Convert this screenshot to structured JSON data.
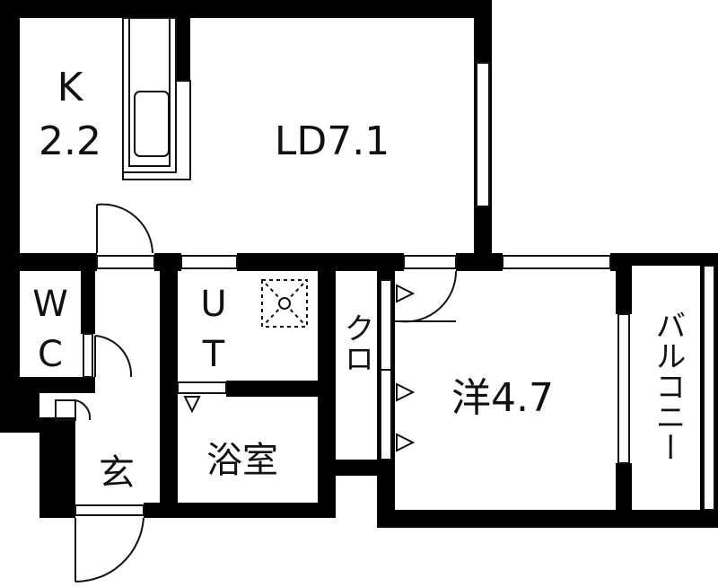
{
  "floor_plan": {
    "rooms": {
      "kitchen": {
        "name": "K",
        "size": "2.2"
      },
      "living_dining": {
        "label": "LD7.1"
      },
      "toilet": {
        "line1": "W",
        "line2": "C"
      },
      "utility": {
        "line1": "U",
        "line2": "T"
      },
      "closet": {
        "label": "クロ"
      },
      "western_room": {
        "label": "洋4.7"
      },
      "balcony": {
        "label": "バルコニー"
      },
      "entrance": {
        "label": "玄"
      },
      "bathroom": {
        "label": "浴室"
      }
    },
    "colors": {
      "wall": "#000000",
      "background": "#ffffff",
      "line": "#111111"
    }
  }
}
